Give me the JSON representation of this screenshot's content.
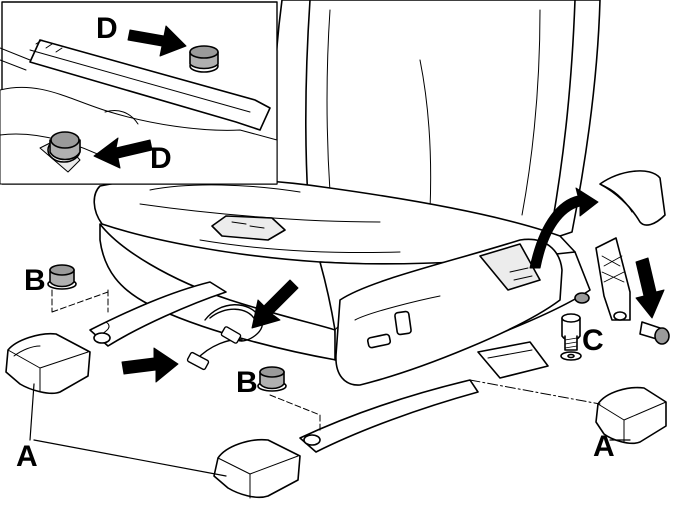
{
  "labels": {
    "a_left": "A",
    "a_right": "A",
    "b_left": "B",
    "b_mid": "B",
    "c": "C",
    "d_top": "D",
    "d_bottom": "D"
  },
  "colors": {
    "line": "#000000",
    "fill": "#ffffff",
    "shade": "#d9d9d9",
    "dark_shade": "#9a9a9a",
    "arrow": "#000000"
  }
}
